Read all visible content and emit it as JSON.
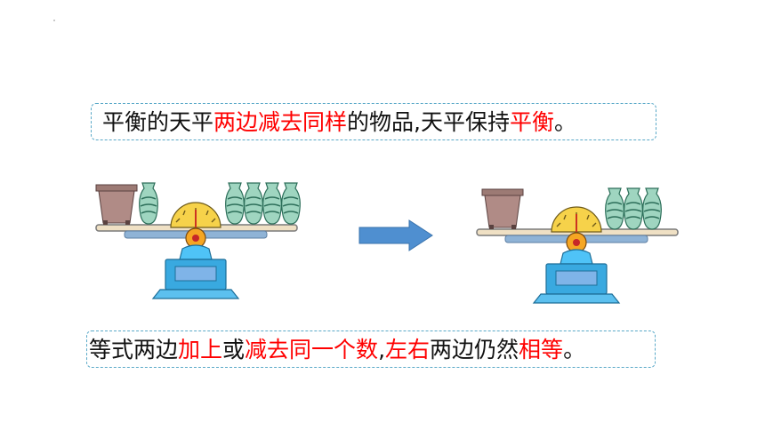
{
  "top_statement": {
    "parts": [
      {
        "text": "平衡的天平",
        "highlight": false
      },
      {
        "text": "两边减去同样",
        "highlight": true
      },
      {
        "text": "的物品,天平保持",
        "highlight": false
      },
      {
        "text": "平衡",
        "highlight": true
      },
      {
        "text": "。",
        "highlight": false
      }
    ]
  },
  "bottom_statement": {
    "parts": [
      {
        "text": "等式两边",
        "highlight": false
      },
      {
        "text": "加上",
        "highlight": true
      },
      {
        "text": "或",
        "highlight": false
      },
      {
        "text": "减去同一个数",
        "highlight": true
      },
      {
        "text": ",",
        "highlight": false
      },
      {
        "text": "左右",
        "highlight": true
      },
      {
        "text": "两边仍然",
        "highlight": false
      },
      {
        "text": "相等",
        "highlight": true
      },
      {
        "text": "。",
        "highlight": false
      }
    ]
  },
  "illustration": {
    "before_scale": {
      "left_pan": [
        "flower-pot",
        "vase"
      ],
      "right_pan": [
        "vase",
        "vase",
        "vase",
        "vase"
      ]
    },
    "after_scale": {
      "left_pan": [
        "flower-pot"
      ],
      "right_pan": [
        "vase",
        "vase",
        "vase"
      ]
    }
  },
  "colors": {
    "highlight": "#ff0000",
    "text": "#111111",
    "border": "#5aa9c8",
    "arrow": "#4f8fd0"
  }
}
